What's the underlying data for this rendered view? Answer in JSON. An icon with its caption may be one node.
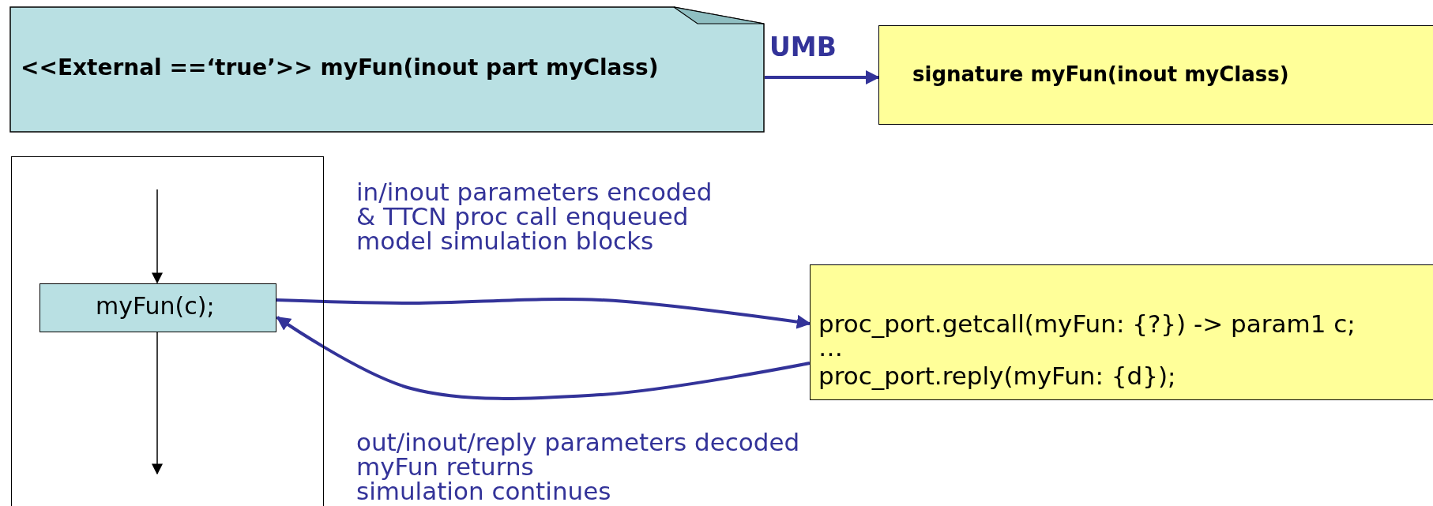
{
  "diagram": {
    "nodes": [
      {
        "text": [
          "<<External ==‘true’>> myFun(inout part myClass)"
        ]
      },
      {
        "text": [
          "signature myFun(inout myClass)"
        ]
      },
      {
        "text": [],
        "shape": "box"
      },
      {
        "text": [
          "myFun(c);"
        ],
        "in": 2
      },
      {
        "text": [
          "proc_port.getcall(myFun: {?}) -> param1 c;",
          "…",
          "proc_port.reply(myFun: {d});"
        ]
      }
    ],
    "edges": [
      {
        "from": 0,
        "to": 1,
        "arrow": "to",
        "label": "UMB"
      },
      {
        "from": null,
        "to": 3,
        "arrow": "to",
        "color": "#000000"
      },
      {
        "from": 3,
        "to": null,
        "arrow": "to",
        "color": "#000000"
      },
      {
        "from": 3,
        "to": 4,
        "arrow": "to",
        "label": "in/inout parameters encoded & TTCN proc call enqueued model simulation blocks"
      },
      {
        "from": 4,
        "to": 3,
        "arrow": "to",
        "label": "out/inout/reply parameters decoded myFun returns simulation continues"
      }
    ]
  }
}
